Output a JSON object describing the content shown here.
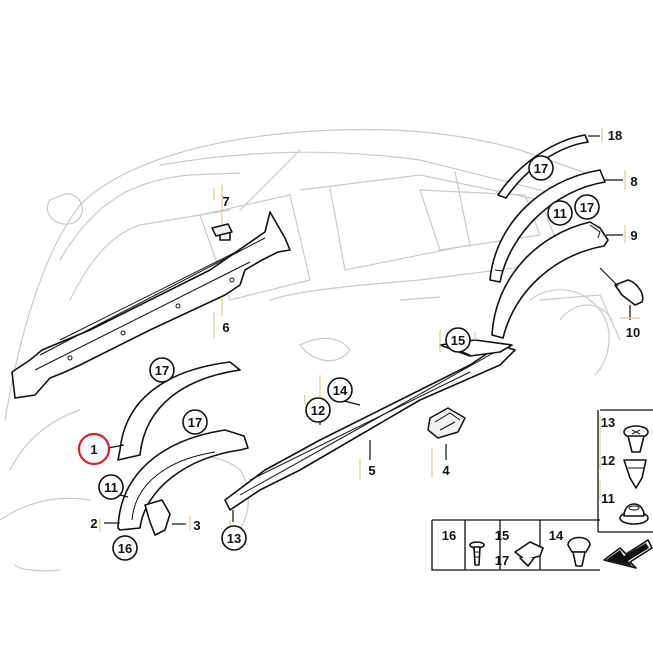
{
  "diagram": {
    "callouts": [
      {
        "id": "c1",
        "text": "1",
        "style": "highlight"
      },
      {
        "id": "c2",
        "text": "2",
        "style": "plain"
      },
      {
        "id": "c3",
        "text": "3",
        "style": "plain"
      },
      {
        "id": "c4",
        "text": "4",
        "style": "plain"
      },
      {
        "id": "c5",
        "text": "5",
        "style": "plain"
      },
      {
        "id": "c6",
        "text": "6",
        "style": "boxed"
      },
      {
        "id": "c7",
        "text": "7",
        "style": "boxed"
      },
      {
        "id": "c8",
        "text": "8",
        "style": "plain"
      },
      {
        "id": "c9",
        "text": "9",
        "style": "plain"
      },
      {
        "id": "c10",
        "text": "10",
        "style": "plain"
      },
      {
        "id": "c11a",
        "text": "11",
        "style": "circle"
      },
      {
        "id": "c11b",
        "text": "11",
        "style": "circle"
      },
      {
        "id": "c11l",
        "text": "11",
        "style": "plain"
      },
      {
        "id": "c12a",
        "text": "12",
        "style": "circle"
      },
      {
        "id": "c12l",
        "text": "12",
        "style": "plain"
      },
      {
        "id": "c13a",
        "text": "13",
        "style": "circle"
      },
      {
        "id": "c13l",
        "text": "13",
        "style": "plain"
      },
      {
        "id": "c14a",
        "text": "14",
        "style": "circle"
      },
      {
        "id": "c14l",
        "text": "14",
        "style": "boxed"
      },
      {
        "id": "c15a",
        "text": "15",
        "style": "circle"
      },
      {
        "id": "c15l",
        "text": "15",
        "style": "boxed"
      },
      {
        "id": "c16a",
        "text": "16",
        "style": "circle"
      },
      {
        "id": "c16l",
        "text": "16",
        "style": "boxed"
      },
      {
        "id": "c17a",
        "text": "17",
        "style": "circle"
      },
      {
        "id": "c17b",
        "text": "17",
        "style": "circle"
      },
      {
        "id": "c17c",
        "text": "17",
        "style": "circle"
      },
      {
        "id": "c17d",
        "text": "17",
        "style": "circle"
      },
      {
        "id": "c17l",
        "text": "17",
        "style": "plain"
      },
      {
        "id": "c18",
        "text": "18",
        "style": "plain"
      }
    ],
    "colors": {
      "part_stroke": "#111111",
      "car_outline": "#c9c9c9",
      "highlight_circle": "#d2232a",
      "box_tick": "#e3c79a"
    },
    "icons": [
      "arrow-icon",
      "clip-icon",
      "rivet-icon",
      "screw-icon"
    ]
  }
}
